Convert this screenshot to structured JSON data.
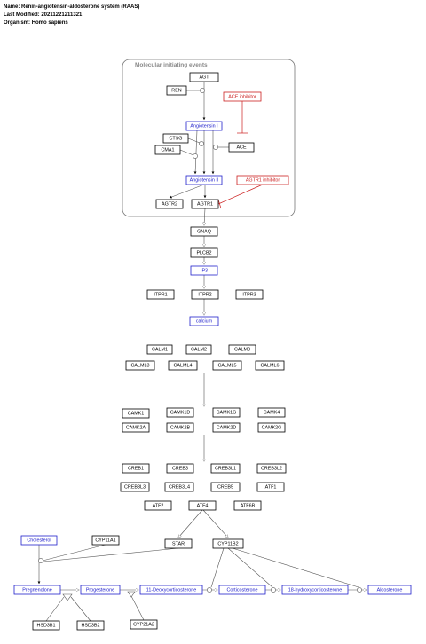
{
  "header": {
    "name_label": "Name:",
    "name": "Renin-angiotensin-aldosterone system (RAAS)",
    "modified_label": "Last Modified:",
    "modified": "20211221211321",
    "organism_label": "Organism:",
    "organism": "Homo sapiens"
  },
  "group": {
    "label": "Molecular initiating events"
  },
  "nodes": [
    {
      "id": "AGT",
      "label": "AGT",
      "type": "gene"
    },
    {
      "id": "REN",
      "label": "REN",
      "type": "gene"
    },
    {
      "id": "ACEI",
      "label": "ACE inhibitor",
      "type": "drug"
    },
    {
      "id": "ANG1",
      "label": "Angiotensin I",
      "type": "metab"
    },
    {
      "id": "CTSG",
      "label": "CTSG",
      "type": "gene"
    },
    {
      "id": "CMA1",
      "label": "CMA1",
      "type": "gene"
    },
    {
      "id": "ACE",
      "label": "ACE",
      "type": "gene"
    },
    {
      "id": "ANG2",
      "label": "Angiotensin II",
      "type": "metab"
    },
    {
      "id": "AT1I",
      "label": "AGTR1 inhibitor",
      "type": "drug"
    },
    {
      "id": "AGTR2",
      "label": "AGTR2",
      "type": "gene"
    },
    {
      "id": "AGTR1",
      "label": "AGTR1",
      "type": "gene"
    },
    {
      "id": "GNAQ",
      "label": "GNAQ",
      "type": "gene"
    },
    {
      "id": "PLCB2",
      "label": "PLCB2",
      "type": "gene"
    },
    {
      "id": "IP3",
      "label": "IP3",
      "type": "metab"
    },
    {
      "id": "ITPR1",
      "label": "ITPR1",
      "type": "gene"
    },
    {
      "id": "ITPR2",
      "label": "ITPR2",
      "type": "gene"
    },
    {
      "id": "ITPR3",
      "label": "ITPR3",
      "type": "gene"
    },
    {
      "id": "CALC",
      "label": "calcium",
      "type": "metab"
    },
    {
      "id": "CALM1",
      "label": "CALM1",
      "type": "gene"
    },
    {
      "id": "CALM2",
      "label": "CALM2",
      "type": "gene"
    },
    {
      "id": "CALM3",
      "label": "CALM3",
      "type": "gene"
    },
    {
      "id": "CALML3",
      "label": "CALML3",
      "type": "gene"
    },
    {
      "id": "CALML4",
      "label": "CALML4",
      "type": "gene"
    },
    {
      "id": "CALML5",
      "label": "CALML5",
      "type": "gene"
    },
    {
      "id": "CALML6",
      "label": "CALML6",
      "type": "gene"
    },
    {
      "id": "CAMK1",
      "label": "CAMK1",
      "type": "gene"
    },
    {
      "id": "CAMK1D",
      "label": "CAMK1D",
      "type": "gene"
    },
    {
      "id": "CAMK1G",
      "label": "CAMK1G",
      "type": "gene"
    },
    {
      "id": "CAMK4",
      "label": "CAMK4",
      "type": "gene"
    },
    {
      "id": "CAMK2A",
      "label": "CAMK2A",
      "type": "gene"
    },
    {
      "id": "CAMK2B",
      "label": "CAMK2B",
      "type": "gene"
    },
    {
      "id": "CAMK2D",
      "label": "CAMK2D",
      "type": "gene"
    },
    {
      "id": "CAMK2G",
      "label": "CAMK2G",
      "type": "gene"
    },
    {
      "id": "CREB1",
      "label": "CREB1",
      "type": "gene"
    },
    {
      "id": "CREB3",
      "label": "CREB3",
      "type": "gene"
    },
    {
      "id": "CREB3L1",
      "label": "CREB3L1",
      "type": "gene"
    },
    {
      "id": "CREB3L2",
      "label": "CREB3L2",
      "type": "gene"
    },
    {
      "id": "CREB3L3",
      "label": "CREB3L3",
      "type": "gene"
    },
    {
      "id": "CREB3L4",
      "label": "CREB3L4",
      "type": "gene"
    },
    {
      "id": "CREB5",
      "label": "CREB5",
      "type": "gene"
    },
    {
      "id": "ATF1",
      "label": "ATF1",
      "type": "gene"
    },
    {
      "id": "ATF2",
      "label": "ATF2",
      "type": "gene"
    },
    {
      "id": "ATF4",
      "label": "ATF4",
      "type": "gene"
    },
    {
      "id": "ATF6B",
      "label": "ATF6B",
      "type": "gene"
    },
    {
      "id": "CHOL",
      "label": "Cholesterol",
      "type": "metab"
    },
    {
      "id": "CYP11A1",
      "label": "CYP11A1",
      "type": "gene"
    },
    {
      "id": "STAR",
      "label": "STAR",
      "type": "gene"
    },
    {
      "id": "CYP11B2",
      "label": "CYP11B2",
      "type": "gene"
    },
    {
      "id": "PREG",
      "label": "Pregnenolone",
      "type": "metab"
    },
    {
      "id": "PROG",
      "label": "Progesterone",
      "type": "metab"
    },
    {
      "id": "DOC",
      "label": "11-Deoxycorticosterone",
      "type": "metab"
    },
    {
      "id": "CORT",
      "label": "Corticosterone",
      "type": "metab"
    },
    {
      "id": "HOC",
      "label": "18-hydroxycorticosterone",
      "type": "metab"
    },
    {
      "id": "ALDO",
      "label": "Aldosterone",
      "type": "metab"
    },
    {
      "id": "HSD3B1",
      "label": "HSD3B1",
      "type": "gene"
    },
    {
      "id": "HSD3B2",
      "label": "HSD3B2",
      "type": "gene"
    },
    {
      "id": "CYP21A2",
      "label": "CYP21A2",
      "type": "gene"
    }
  ]
}
